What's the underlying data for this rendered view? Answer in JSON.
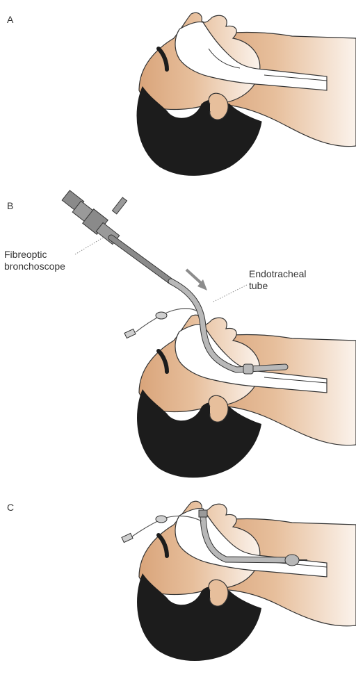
{
  "panels": [
    {
      "label": "A"
    },
    {
      "label": "B"
    },
    {
      "label": "C"
    }
  ],
  "annotations": {
    "fibreoptic_line1": "Fibreoptic",
    "fibreoptic_line2": "bronchoscope",
    "endotracheal_line1": "Endotracheal",
    "endotracheal_line2": "tube"
  },
  "colors": {
    "skin": "#d9a47a",
    "skin_light": "#f3e3d3",
    "hair": "#1c1c1c",
    "airway_white": "#ffffff",
    "outline": "#333333",
    "scope_grey": "#8a8a8a",
    "tube_grey": "#b8b8b8",
    "arrow_grey": "#8c8c8c"
  }
}
